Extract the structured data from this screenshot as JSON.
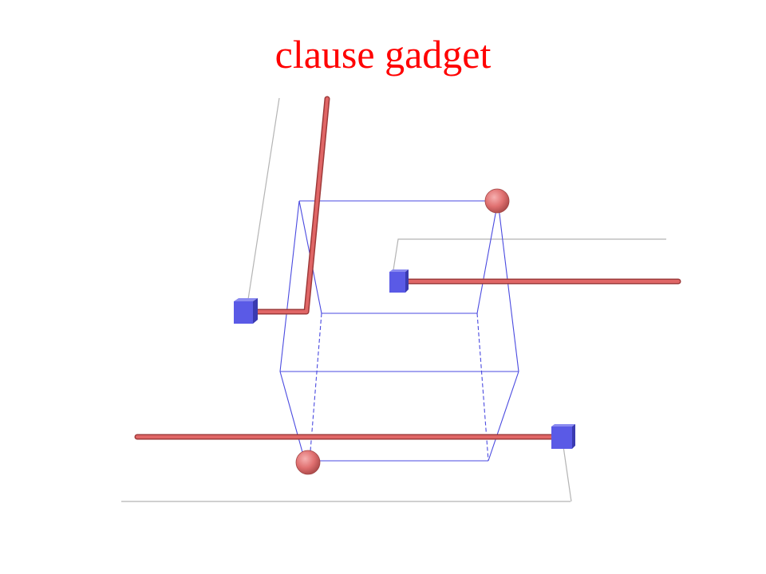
{
  "slide": {
    "title": "clause gadget"
  },
  "colors": {
    "title": "#ff0000",
    "cube_edges": "#4a4ae0",
    "pipe_fill": "#e06666",
    "pipe_stroke": "#9e3a3a",
    "sphere": "#e07070",
    "connector_box": "#5a5ae6",
    "thin_wire": "#b4b4b4"
  },
  "diagram": {
    "elements": [
      "wire-frame-cube",
      "pipe",
      "sphere",
      "connector-box",
      "thin-wire"
    ]
  }
}
